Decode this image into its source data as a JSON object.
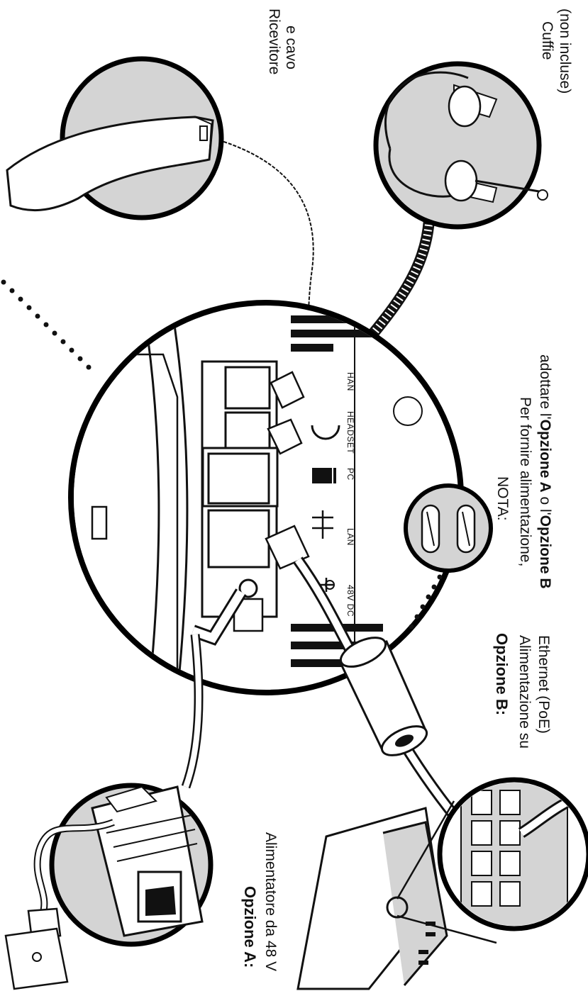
{
  "labels": {
    "handset": [
      "Ricevitore",
      "e cavo"
    ],
    "headset": [
      "Cuffie",
      "(non incluse)"
    ],
    "note": {
      "title": "NOTA:",
      "line1": "Per fornire alimentazione,",
      "line2_pre": "adottare l'",
      "line2_a": "Opzione A",
      "line2_mid": " o l'",
      "line2_b": "Opzione B"
    },
    "option_b": {
      "title": "Opzione B:",
      "line1": "Alimentazione su",
      "line2": "Ethernet (PoE)"
    },
    "option_a": {
      "title": "Opzione A:",
      "line1": "Alimentatore da 48 V"
    }
  },
  "ports": [
    "48V DC",
    "LAN",
    "PC",
    "HEADSET",
    "HAN"
  ],
  "colors": {
    "circle_fill": "#d4d4d4",
    "line": "#111111",
    "background": "#ffffff"
  }
}
